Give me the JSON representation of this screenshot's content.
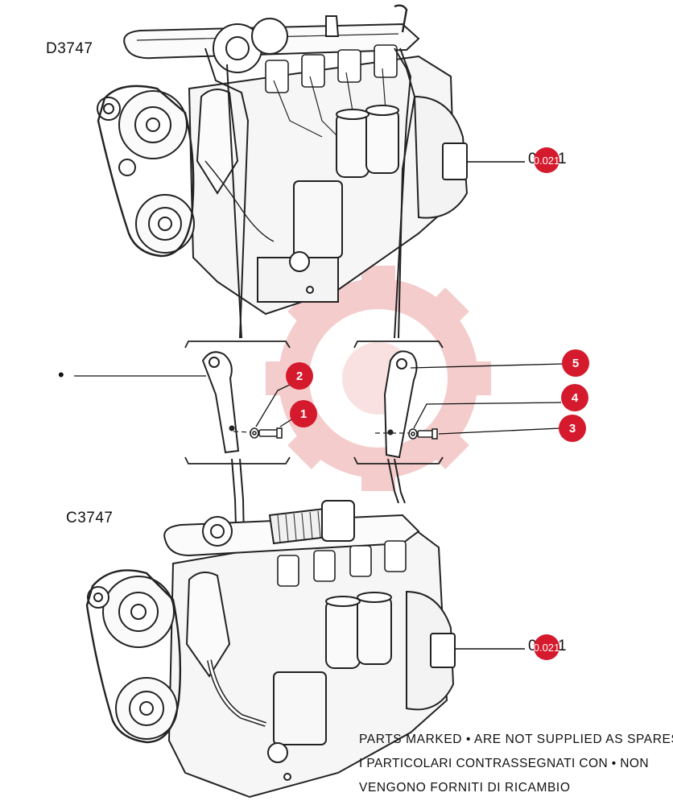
{
  "engines": {
    "top": {
      "model": "D3747",
      "ref_label": "0.021"
    },
    "bottom": {
      "model": "C3747",
      "ref_label": "0.021"
    }
  },
  "callouts": [
    {
      "id": "callout-1",
      "number": "1"
    },
    {
      "id": "callout-2",
      "number": "2"
    },
    {
      "id": "callout-3",
      "number": "3"
    },
    {
      "id": "callout-4",
      "number": "4"
    },
    {
      "id": "callout-5",
      "number": "5"
    }
  ],
  "notes": {
    "line1": "PARTS MARKED • ARE NOT SUPPLIED AS SPARES",
    "line2": "I  PARTICOLARI  CONTRASSEGNATI  CON  •  NON",
    "line3": "VENGONO FORNITI DI RICAMBIO"
  },
  "colors": {
    "callout": "#d41a2c",
    "watermark": "#f3c4c4",
    "ink": "#111111"
  },
  "marker_symbol": "•"
}
